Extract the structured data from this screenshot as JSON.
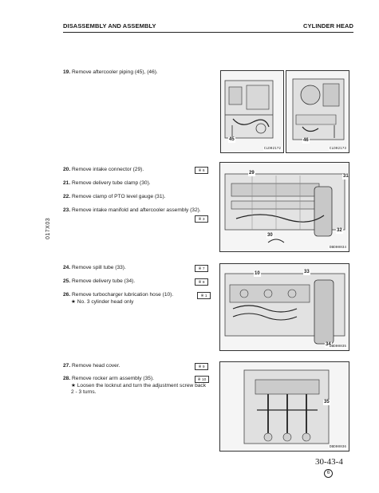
{
  "header": {
    "left": "DISASSEMBLY AND ASSEMBLY",
    "right": "CYLINDER HEAD"
  },
  "side_code": "017X03",
  "steps": [
    {
      "num": "19.",
      "text": "Remove aftercooler piping (45), (46).",
      "badge": ""
    },
    {
      "num": "20.",
      "text": "Remove intake connector (29).",
      "badge": "※ 6"
    },
    {
      "num": "21.",
      "text": "Remove delivery tube clamp (30).",
      "badge": ""
    },
    {
      "num": "22.",
      "text": "Remove clamp of PTO level gauge (31).",
      "badge": ""
    },
    {
      "num": "23.",
      "text": "Remove intake manifold and aftercooler assembly (32).",
      "badge": "※ 3"
    },
    {
      "num": "24.",
      "text": "Remove spill tube (33).",
      "badge": "※ 7"
    },
    {
      "num": "25.",
      "text": "Remove delivery tube (34).",
      "badge": "※ 8"
    },
    {
      "num": "26.",
      "text": "Remove turbocharger lubrication hose (10).",
      "badge": "※ 1",
      "note": "★  No. 3 cylinder head only"
    },
    {
      "num": "27.",
      "text": "Remove head cover.",
      "badge": "※ 9"
    },
    {
      "num": "28.",
      "text": "Remove rocker arm assembly (35).",
      "badge": "※ 10",
      "note": "★  Loosen the locknut and turn the adjustment screw back 2 - 3 turns."
    }
  ],
  "figures": {
    "fig1": {
      "code": "CLD02172",
      "labels": [
        "45"
      ]
    },
    "fig2": {
      "code": "CLD02173",
      "labels": [
        "46"
      ]
    },
    "fig3": {
      "code": "DBD00034",
      "labels": [
        "29",
        "31",
        "30",
        "32"
      ]
    },
    "fig4": {
      "code": "DBD00035",
      "labels": [
        "10",
        "33",
        "34"
      ]
    },
    "fig5": {
      "code": "DBD00036",
      "labels": [
        "35"
      ]
    }
  },
  "footer": {
    "page_number": "30-43-4",
    "revision": "6"
  }
}
